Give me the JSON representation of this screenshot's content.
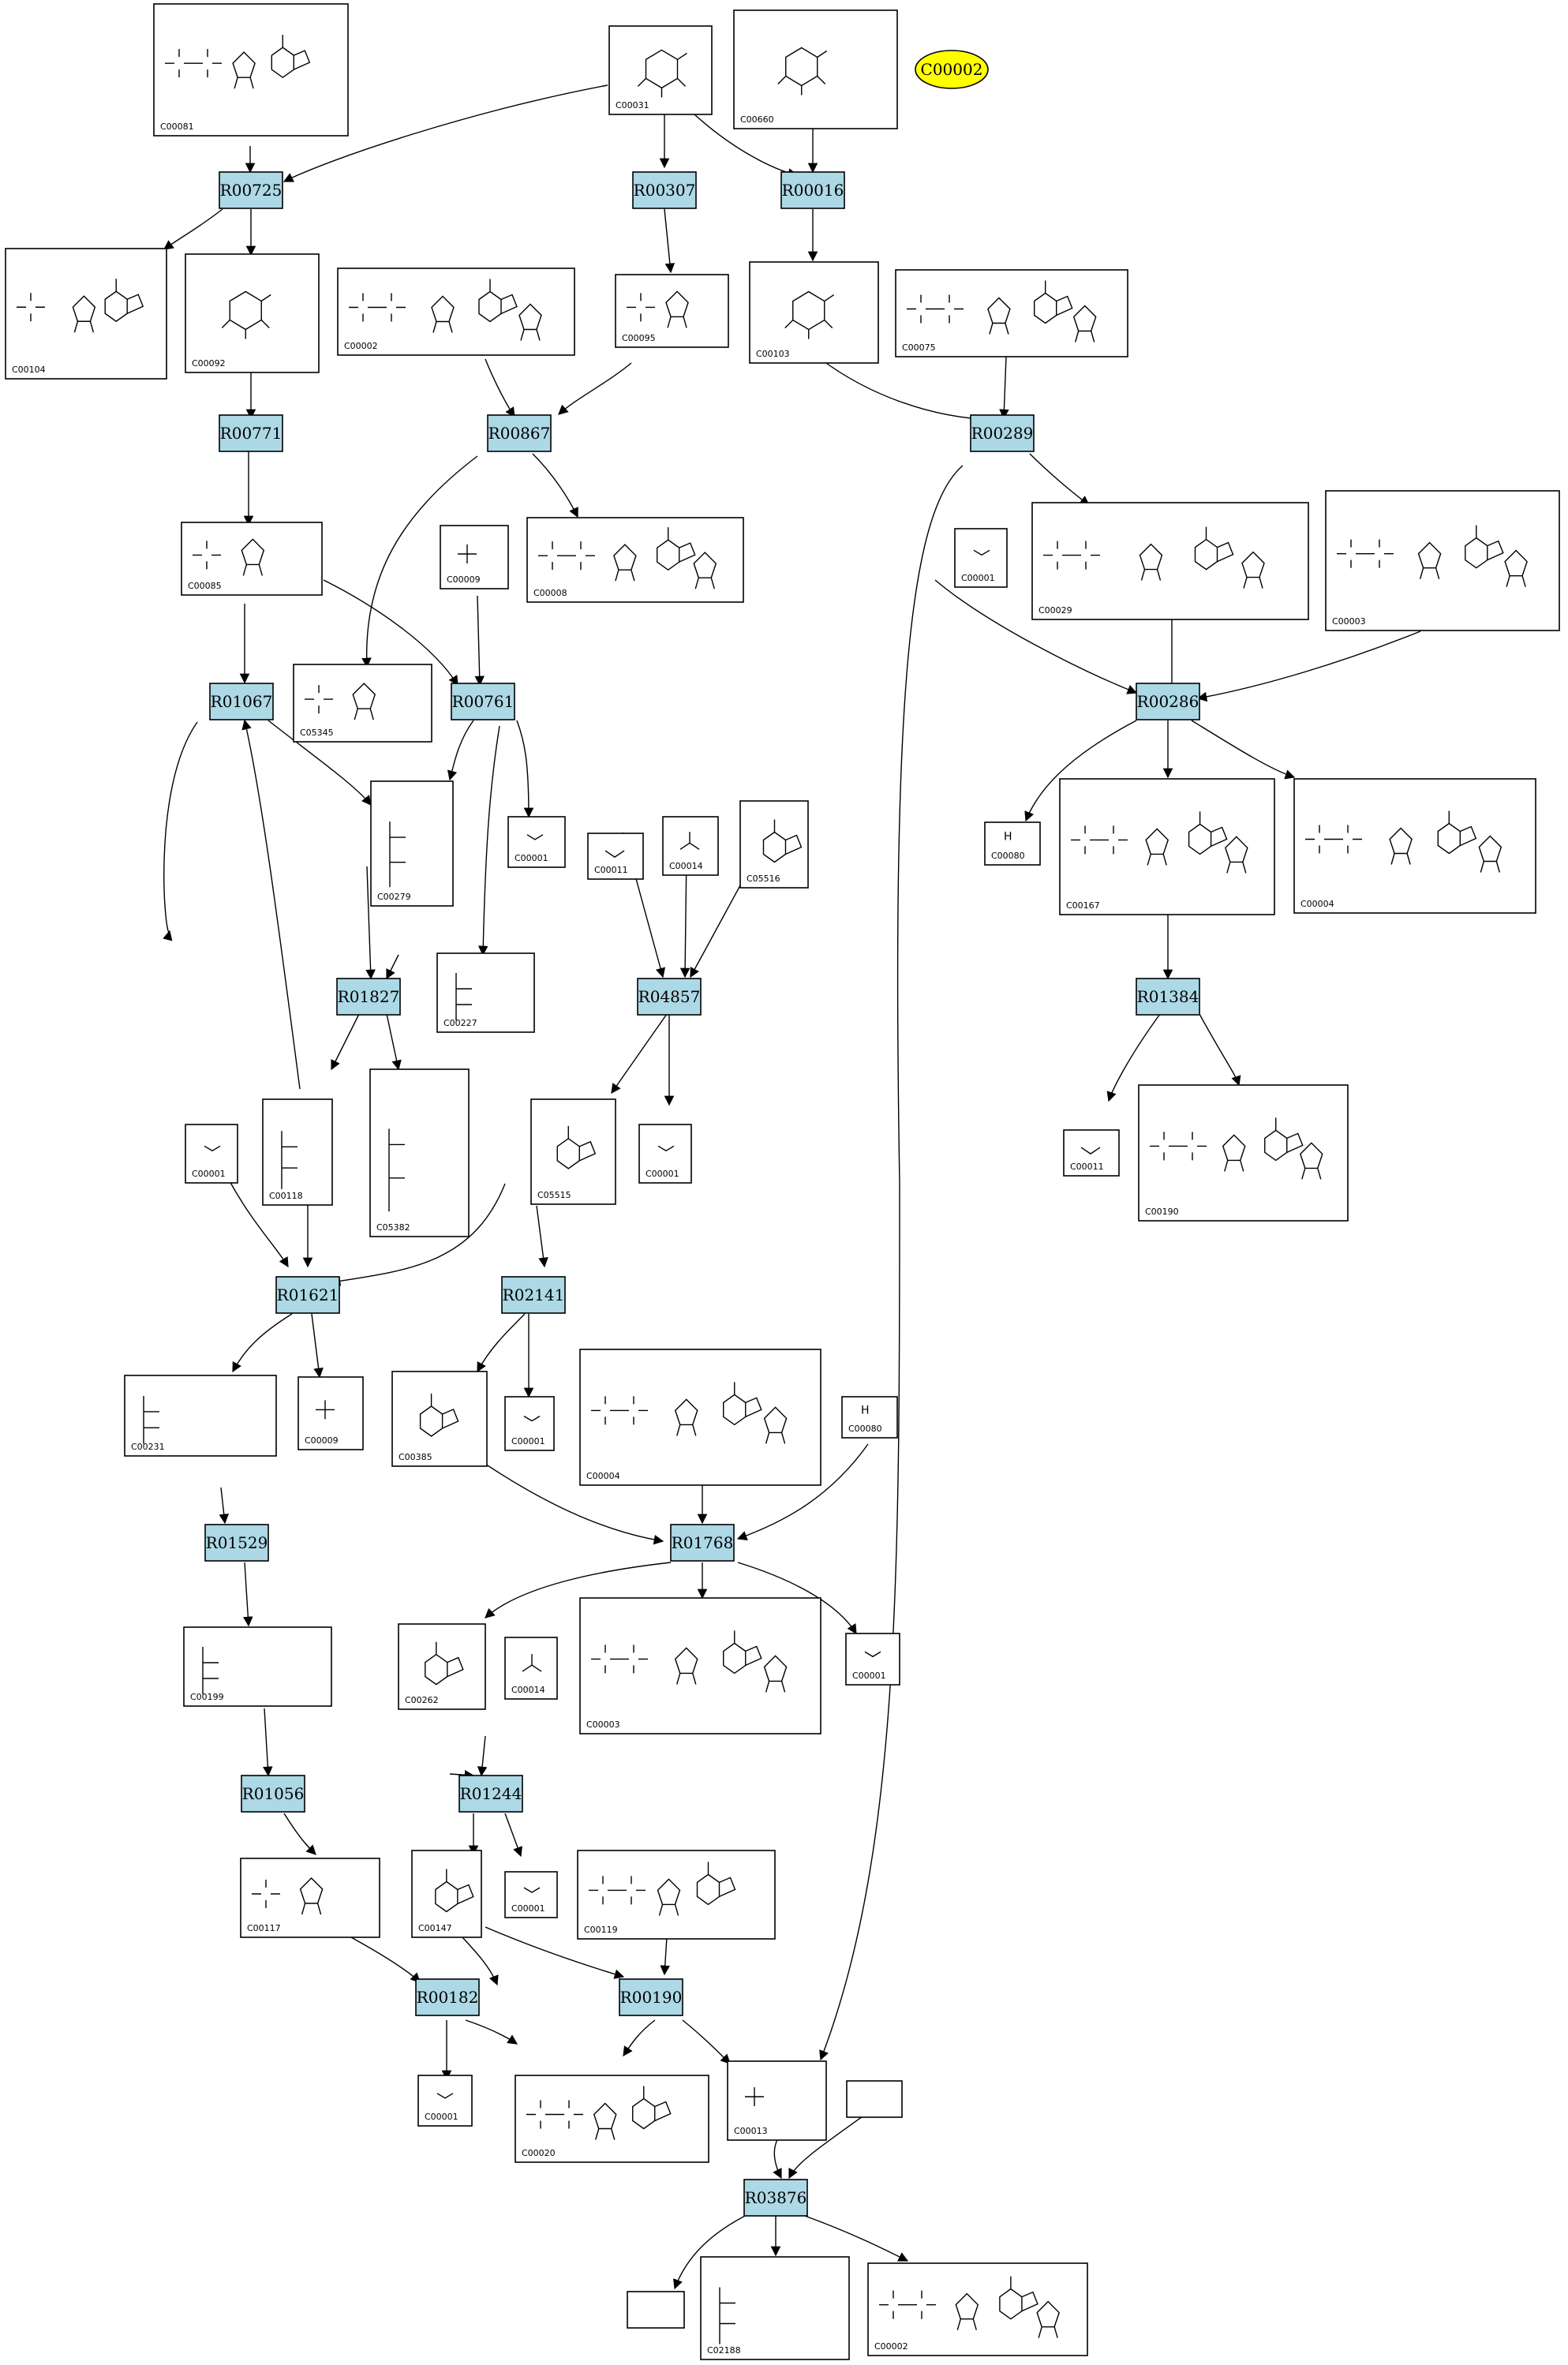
{
  "highlight": {
    "label": "C00002",
    "color": "#ffff00"
  },
  "colors": {
    "reaction_fill": "#add8e6",
    "highlight_fill": "#ffff00"
  },
  "reactions": [
    {
      "id": "r00725",
      "label": "R00725"
    },
    {
      "id": "r00307",
      "label": "R00307"
    },
    {
      "id": "r00016",
      "label": "R00016"
    },
    {
      "id": "r00771",
      "label": "R00771"
    },
    {
      "id": "r00867",
      "label": "R00867"
    },
    {
      "id": "r00289",
      "label": "R00289"
    },
    {
      "id": "r01067",
      "label": "R01067"
    },
    {
      "id": "r00761",
      "label": "R00761"
    },
    {
      "id": "r00286",
      "label": "R00286"
    },
    {
      "id": "r01827",
      "label": "R01827"
    },
    {
      "id": "r04857",
      "label": "R04857"
    },
    {
      "id": "r01384",
      "label": "R01384"
    },
    {
      "id": "r01621",
      "label": "R01621"
    },
    {
      "id": "r02141",
      "label": "R02141"
    },
    {
      "id": "r01529",
      "label": "R01529"
    },
    {
      "id": "r01768",
      "label": "R01768"
    },
    {
      "id": "r01056",
      "label": "R01056"
    },
    {
      "id": "r01244",
      "label": "R01244"
    },
    {
      "id": "r00182",
      "label": "R00182"
    },
    {
      "id": "r00190",
      "label": "R00190"
    },
    {
      "id": "r03876",
      "label": "R03876"
    }
  ],
  "compounds": [
    {
      "id": "c00081",
      "label": "C00081"
    },
    {
      "id": "c00031",
      "label": "C00031"
    },
    {
      "id": "c00660",
      "label": "C00660"
    },
    {
      "id": "c00104",
      "label": "C00104"
    },
    {
      "id": "c00092",
      "label": "C00092"
    },
    {
      "id": "c00002a",
      "label": "C00002"
    },
    {
      "id": "c00095",
      "label": "C00095"
    },
    {
      "id": "c00103",
      "label": "C00103"
    },
    {
      "id": "c00075",
      "label": "C00075"
    },
    {
      "id": "c00085",
      "label": "C00085"
    },
    {
      "id": "c00009a",
      "label": "C00009"
    },
    {
      "id": "c00008",
      "label": "C00008"
    },
    {
      "id": "c00001a",
      "label": "C00001"
    },
    {
      "id": "c00029",
      "label": "C00029"
    },
    {
      "id": "c00003a",
      "label": "C00003"
    },
    {
      "id": "c05345",
      "label": "C05345"
    },
    {
      "id": "c00080a",
      "label": "C00080"
    },
    {
      "id": "c00167",
      "label": "C00167"
    },
    {
      "id": "c00004a",
      "label": "C00004"
    },
    {
      "id": "c00279",
      "label": "C00279"
    },
    {
      "id": "c00001b",
      "label": "C00001"
    },
    {
      "id": "c00011a",
      "label": "C00011"
    },
    {
      "id": "c00014a",
      "label": "C00014"
    },
    {
      "id": "c05516",
      "label": "C05516"
    },
    {
      "id": "c00227",
      "label": "C00227"
    },
    {
      "id": "c00118",
      "label": "C00118"
    },
    {
      "id": "c05382",
      "label": "C05382"
    },
    {
      "id": "c00001c",
      "label": "C00001"
    },
    {
      "id": "c05515",
      "label": "C05515"
    },
    {
      "id": "c00001d",
      "label": "C00001"
    },
    {
      "id": "c00011b",
      "label": "C00011"
    },
    {
      "id": "c00190",
      "label": "C00190"
    },
    {
      "id": "c00231",
      "label": "C00231"
    },
    {
      "id": "c00009b",
      "label": "C00009"
    },
    {
      "id": "c00385",
      "label": "C00385"
    },
    {
      "id": "c00001e",
      "label": "C00001"
    },
    {
      "id": "c00004b",
      "label": "C00004"
    },
    {
      "id": "c00080b",
      "label": "C00080"
    },
    {
      "id": "c00199",
      "label": "C00199"
    },
    {
      "id": "c00262",
      "label": "C00262"
    },
    {
      "id": "c00014b",
      "label": "C00014"
    },
    {
      "id": "c00003b",
      "label": "C00003"
    },
    {
      "id": "c00001f",
      "label": "C00001"
    },
    {
      "id": "c00117",
      "label": "C00117"
    },
    {
      "id": "c00147",
      "label": "C00147"
    },
    {
      "id": "c00001g",
      "label": "C00001"
    },
    {
      "id": "c00119",
      "label": "C00119"
    },
    {
      "id": "c00001h",
      "label": "C00001"
    },
    {
      "id": "c00020",
      "label": "C00020"
    },
    {
      "id": "c00013",
      "label": "C00013"
    },
    {
      "id": "c02188",
      "label": "C02188"
    },
    {
      "id": "c00002b",
      "label": "C00002"
    },
    {
      "id": "blank1",
      "label": ""
    },
    {
      "id": "blank2",
      "label": ""
    }
  ]
}
